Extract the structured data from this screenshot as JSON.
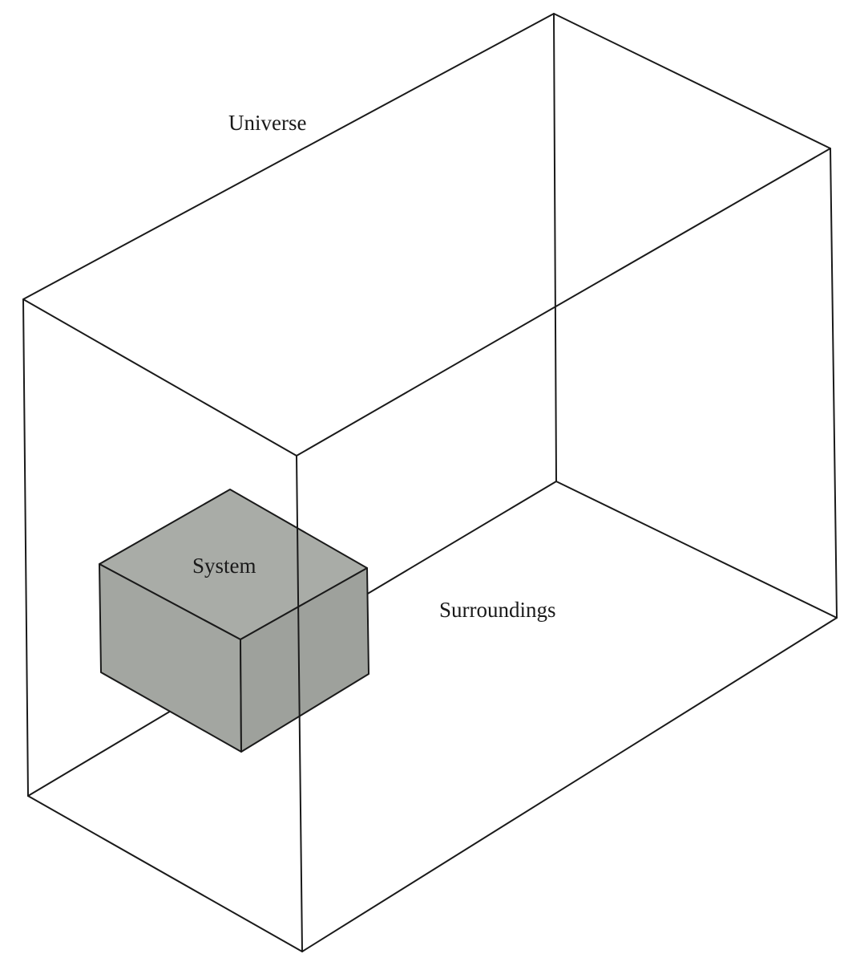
{
  "labels": {
    "universe": "Universe",
    "system": "System",
    "surroundings": "Surroundings"
  },
  "colors": {
    "line": "#1a1a1a",
    "system_top": "#a9aca7",
    "system_front": "#a3a6a1",
    "system_right": "#9ea19c",
    "background": "#ffffff"
  }
}
